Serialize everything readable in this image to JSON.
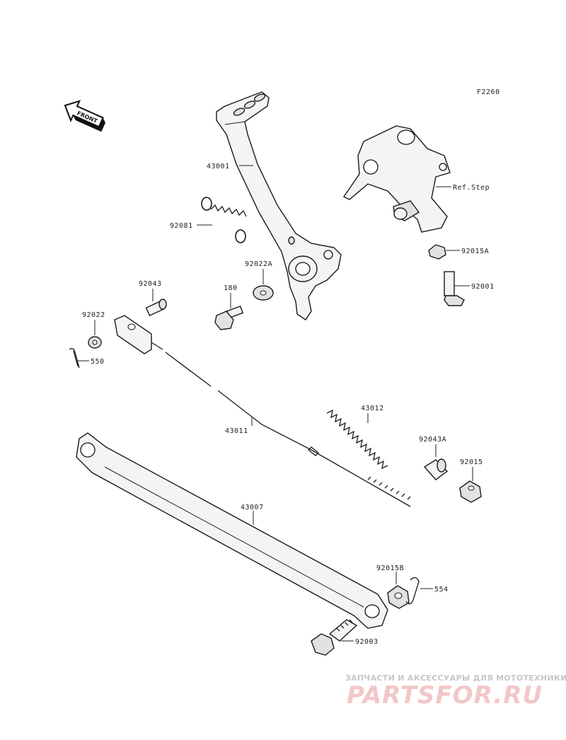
{
  "diagram": {
    "code": "F2260",
    "front_label": "FRONT",
    "parts": {
      "p43001": "43001",
      "p92081": "92081",
      "p92022A": "92022A",
      "p180": "180",
      "p92043": "92043",
      "p92022": "92022",
      "p550": "550",
      "pRefStep": "Ref.Step",
      "p92015A": "92015A",
      "p92001": "92001",
      "p43012": "43012",
      "p43011": "43011",
      "p92043A": "92043A",
      "p92015": "92015",
      "p43007": "43007",
      "p92015B": "92015B",
      "p554": "554",
      "p92003": "92003"
    }
  },
  "watermark": {
    "tagline": "ЗАПЧАСТИ И АКСЕССУАРЫ ДЛЯ МОТОТЕХНИКИ",
    "brand": "PARTSFOR.RU",
    "color": "#e89a9a"
  }
}
